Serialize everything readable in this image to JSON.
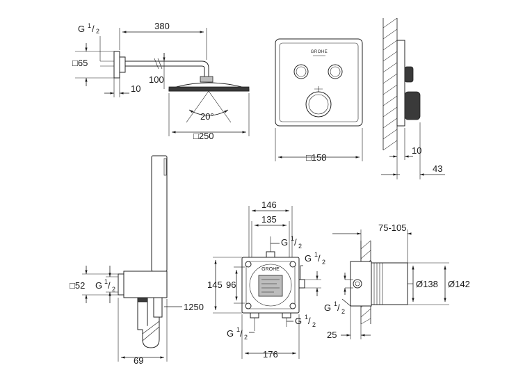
{
  "view_showerhead": {
    "thread": {
      "g": "G",
      "num": "1",
      "den": "2"
    },
    "arm_length": "380",
    "flange_square": "□65",
    "drop": "100",
    "offset": "10",
    "angle": "20°",
    "head_square": "□250"
  },
  "view_control_plate": {
    "plate_square": "□158",
    "brand": "GROHE"
  },
  "view_plate_side": {
    "projection": "10",
    "depth": "43"
  },
  "view_handshower": {
    "flange_square": "□52",
    "thread": {
      "g": "G",
      "num": "1",
      "den": "2"
    },
    "hose_length": "1250",
    "depth": "69"
  },
  "view_rough_in_front": {
    "width_outer": "146",
    "width_inner": "135",
    "height_outer": "145",
    "height_inner": "96",
    "overall_width": "176",
    "brand": "GROHE",
    "thread_top": {
      "g": "G",
      "num": "1",
      "den": "2"
    },
    "thread_right": {
      "g": "G",
      "num": "1",
      "den": "2"
    },
    "thread_bottom_left": {
      "g": "G",
      "num": "1",
      "den": "2"
    },
    "thread_bottom_right": {
      "g": "G",
      "num": "1",
      "den": "2"
    }
  },
  "view_rough_in_side": {
    "depth_range": "75-105",
    "dia_inner": "Ø138",
    "dia_outer": "Ø142",
    "thread": {
      "g": "G",
      "num": "1",
      "den": "2"
    },
    "offset": "25"
  }
}
